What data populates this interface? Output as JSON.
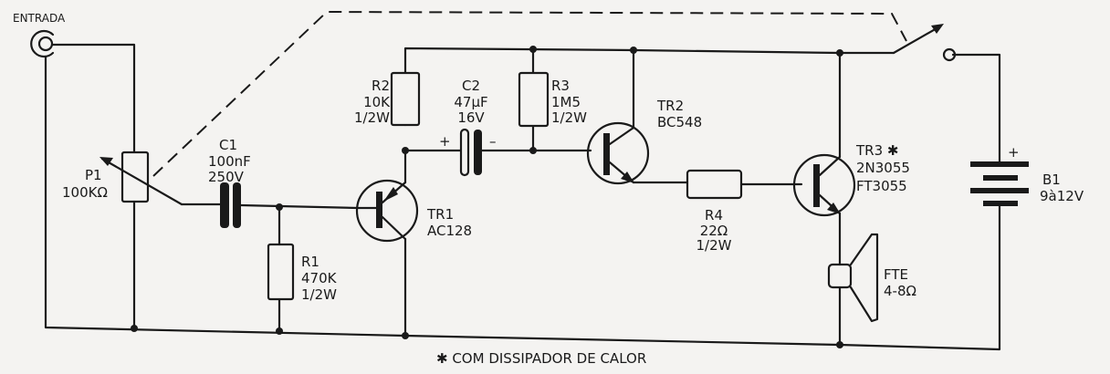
{
  "input": {
    "label": "ENTRADA"
  },
  "components": {
    "p1": {
      "ref": "P1",
      "value": "100KΩ"
    },
    "c1": {
      "ref": "C1",
      "value": "100nF",
      "rating": "250V"
    },
    "r1": {
      "ref": "R1",
      "value": "470K",
      "rating": "1/2W"
    },
    "r2": {
      "ref": "R2",
      "value": "10K",
      "rating": "1/2W"
    },
    "c2": {
      "ref": "C2",
      "value": "47µF",
      "rating": "16V",
      "plus": "+",
      "minus": "–"
    },
    "r3": {
      "ref": "R3",
      "value": "1M5",
      "rating": "1/2W"
    },
    "tr1": {
      "ref": "TR1",
      "part": "AC128"
    },
    "tr2": {
      "ref": "TR2",
      "part": "BC548"
    },
    "r4": {
      "ref": "R4",
      "value": "22Ω",
      "rating": "1/2W"
    },
    "tr3": {
      "ref": "TR3 ✱",
      "part": "2N3055",
      "alt": "FT3055"
    },
    "fte": {
      "ref": "FTE",
      "value": "4-8Ω"
    },
    "b1": {
      "ref": "B1",
      "value": "9à12V",
      "plus": "+"
    }
  },
  "footnote": "✱ COM DISSIPADOR DE CALOR"
}
